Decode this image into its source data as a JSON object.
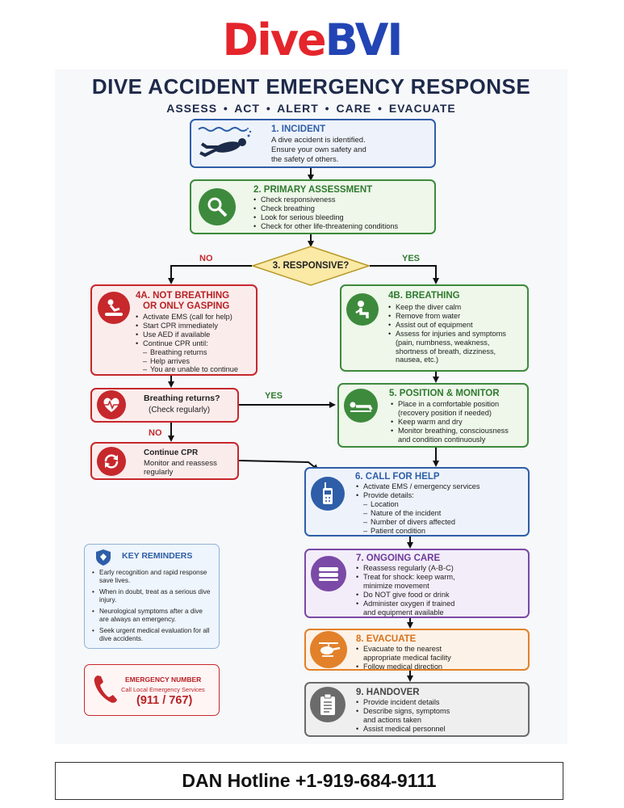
{
  "logo": {
    "part1": "Dive",
    "part2": "BVI"
  },
  "title": "DIVE ACCIDENT EMERGENCY RESPONSE",
  "subtitle": "ASSESS • ACT • ALERT • CARE • EVACUATE",
  "steps": {
    "incident": {
      "title": "1. INCIDENT",
      "text": [
        "A dive accident is identified.",
        "Ensure your own safety and",
        "the safety of others."
      ],
      "icon": "diver-icon"
    },
    "primary": {
      "title": "2. PRIMARY ASSESSMENT",
      "items": [
        "Check responsiveness",
        "Check breathing",
        "Look for serious bleeding",
        "Check for other life-threatening conditions"
      ],
      "icon": "magnifier-icon"
    },
    "responsive": {
      "title": "3. RESPONSIVE?",
      "no": "NO",
      "yes": "YES"
    },
    "not_breathing": {
      "title1": "4A. NOT BREATHING",
      "title2": "OR ONLY GASPING",
      "items": [
        "Activate EMS (call for help)",
        "Start CPR immediately",
        "Use AED if available",
        "Continue CPR until:"
      ],
      "subitems": [
        "Breathing returns",
        "Help arrives",
        "You are unable to continue"
      ],
      "icon": "cpr-icon"
    },
    "breathing": {
      "title": "4B. BREATHING",
      "items": [
        "Keep the diver calm",
        "Remove from water",
        "Assist out of equipment",
        "Assess for injuries and symptoms"
      ],
      "extra": [
        "(pain, numbness, weakness,",
        "shortness of breath, dizziness,",
        "nausea, etc.)"
      ],
      "icon": "seated-person-icon"
    },
    "breathing_returns": {
      "line1": "Breathing returns?",
      "line2": "(Check regularly)",
      "yes": "YES",
      "no": "NO",
      "icon": "heartbeat-icon"
    },
    "continue_cpr": {
      "title": "Continue CPR",
      "line1": "Monitor and reassess",
      "line2": "regularly",
      "icon": "cycle-icon"
    },
    "position": {
      "title": "5. POSITION & MONITOR",
      "lines": [
        {
          "t": "Place in a comfortable position",
          "b": true
        },
        {
          "t": "(recovery position if needed)",
          "b": false
        },
        {
          "t": "Keep warm and dry",
          "b": true
        },
        {
          "t": "Monitor breathing, consciousness",
          "b": true
        },
        {
          "t": "and condition continuously",
          "b": false
        }
      ],
      "icon": "lying-person-icon"
    },
    "call": {
      "title": "6. CALL FOR HELP",
      "items": [
        "Activate EMS / emergency services",
        "Provide details:"
      ],
      "subitems": [
        "Location",
        "Nature of the incident",
        "Number of divers affected",
        "Patient condition"
      ],
      "icon": "radio-icon"
    },
    "ongoing": {
      "title": "7. ONGOING CARE",
      "lines": [
        {
          "t": "Reassess regularly (A-B-C)",
          "b": true
        },
        {
          "t": "Treat for shock: keep warm,",
          "b": true
        },
        {
          "t": "minimize movement",
          "b": false
        },
        {
          "t": "Do NOT give food or drink",
          "b": true
        },
        {
          "t": "Administer oxygen if trained",
          "b": true
        },
        {
          "t": "and equipment available",
          "b": false
        }
      ],
      "icon": "blanket-icon"
    },
    "evacuate": {
      "title": "8. EVACUATE",
      "lines": [
        {
          "t": "Evacuate to the nearest",
          "b": true
        },
        {
          "t": "appropriate medical facility",
          "b": false
        },
        {
          "t": "Follow medical direction",
          "b": true
        }
      ],
      "icon": "helicopter-icon"
    },
    "handover": {
      "title": "9. HANDOVER",
      "lines": [
        {
          "t": "Provide incident details",
          "b": true
        },
        {
          "t": "Describe signs, symptoms",
          "b": true
        },
        {
          "t": "and actions taken",
          "b": false
        },
        {
          "t": "Assist medical personnel",
          "b": true
        }
      ],
      "icon": "clipboard-icon"
    }
  },
  "reminders": {
    "title": "KEY REMINDERS",
    "items": [
      "Early recognition and rapid response save lives.",
      "When in doubt, treat as a serious dive injury.",
      "Neurological symptoms after a dive are always an emergency.",
      "Seek urgent medical evaluation for all dive accidents."
    ],
    "icon": "shield-icon"
  },
  "emergency": {
    "title": "EMERGENCY NUMBER",
    "sub": "Call Local Emergency Services",
    "number": "(911 / 767)",
    "icon": "phone-icon"
  },
  "footer": {
    "hotline": "DAN Hotline +1-919-684-9111"
  },
  "colors": {
    "blue": "#2e5ea8",
    "green": "#3d8a3d",
    "red": "#c6282c",
    "purple": "#7a4aa6",
    "orange": "#e2812a",
    "gray": "#6b6b6b",
    "navy": "#1e2a4a"
  }
}
